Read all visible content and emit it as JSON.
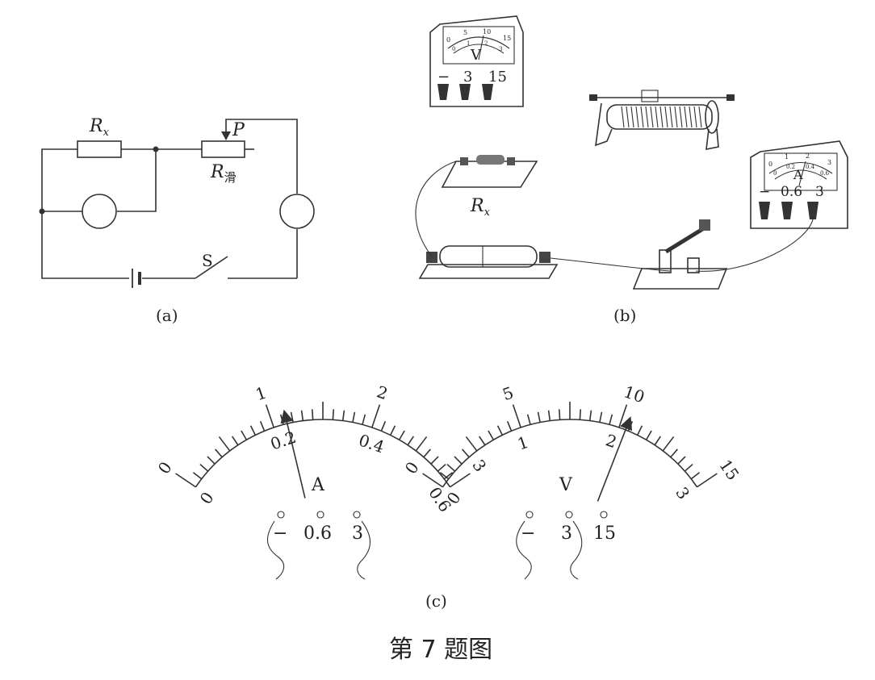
{
  "panel_a": {
    "caption": "(a)",
    "rx_label": "R",
    "rx_sub": "x",
    "rslide_label": "R",
    "rslide_sub": "滑",
    "p_label": "P",
    "s_label": "S"
  },
  "panel_b": {
    "caption": "(b)",
    "rx_label": "R",
    "rx_sub": "x",
    "voltmeter": {
      "letter": "V",
      "terminals": [
        "−",
        "3",
        "15"
      ],
      "scale_outer": [
        "0",
        "5",
        "10",
        "15"
      ],
      "scale_inner": [
        "0",
        "1",
        "2",
        "3"
      ]
    },
    "ammeter": {
      "letter": "A",
      "terminals": [
        "−",
        "0.6",
        "3"
      ],
      "scale_outer": [
        "0",
        "1",
        "2",
        "3"
      ],
      "scale_inner": [
        "0",
        "0.2",
        "0.4",
        "0.6"
      ]
    }
  },
  "panel_c": {
    "caption": "(c)",
    "ammeter": {
      "letter": "A",
      "outer_labels": [
        "0",
        "1",
        "2",
        "3"
      ],
      "inner_labels": [
        "0",
        "0.2",
        "0.4",
        "0.6"
      ],
      "terminals": [
        "−",
        "0.6",
        "3"
      ],
      "needle_fraction": 0.38
    },
    "voltmeter": {
      "letter": "V",
      "outer_labels": [
        "0",
        "5",
        "10",
        "15"
      ],
      "inner_labels": [
        "0",
        "1",
        "2",
        "3"
      ],
      "terminals": [
        "−",
        "3",
        "15"
      ],
      "needle_fraction": 0.69
    }
  },
  "figure_title": "第 7 题图"
}
